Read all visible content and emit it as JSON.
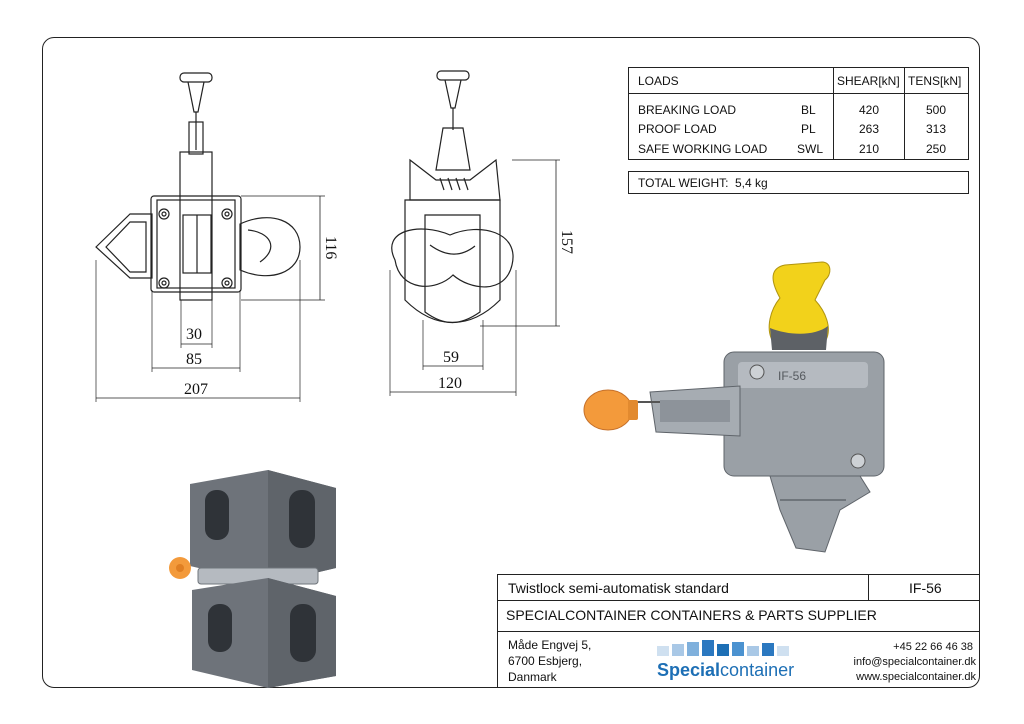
{
  "loads_table": {
    "header": {
      "label": "LOADS",
      "shear": "SHEAR[kN]",
      "tens": "TENS[kN]"
    },
    "rows": [
      {
        "label": "BREAKING LOAD",
        "code": "BL",
        "shear": "420",
        "tens": "500"
      },
      {
        "label": "PROOF LOAD",
        "code": "PL",
        "shear": "263",
        "tens": "313"
      },
      {
        "label": "SAFE WORKING LOAD",
        "code": "SWL",
        "shear": "210",
        "tens": "250"
      }
    ]
  },
  "weight": {
    "label": "TOTAL WEIGHT:",
    "value": "5,4 kg"
  },
  "dimensions": {
    "front_height": "116",
    "front_30": "30",
    "front_85": "85",
    "front_207": "207",
    "side_height": "157",
    "side_59": "59",
    "side_120": "120"
  },
  "photo_labels": {
    "body_text_a": "IF-56"
  },
  "title_block": {
    "product": "Twistlock semi-automatisk standard",
    "code": "IF-56",
    "company": "SPECIALCONTAINER CONTAINERS & PARTS SUPPLIER",
    "address_line1": "Måde Engvej 5,",
    "address_line2": "6700 Esbjerg,",
    "address_line3": "Danmark",
    "logo_word1": "Special",
    "logo_word2": "container",
    "phone": "+45 22 66 46 38",
    "email": "info@specialcontainer.dk",
    "website": "www.specialcontainer.dk"
  },
  "colors": {
    "accent_yellow": "#f2d21b",
    "accent_orange": "#f39a3b",
    "steel": "#9aa0a6",
    "corner_casting": "#6e737a",
    "logo_blue": "#1d6fb5"
  }
}
